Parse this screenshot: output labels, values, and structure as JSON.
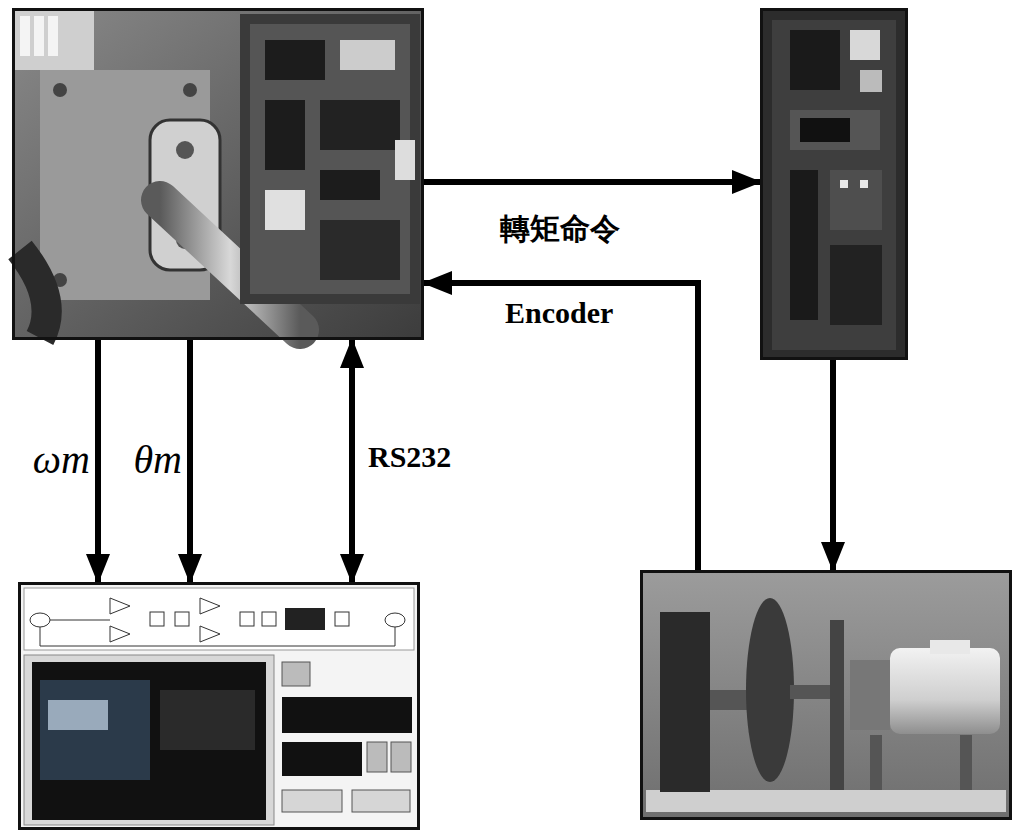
{
  "diagram": {
    "nodes": [
      {
        "text": []
      },
      {
        "text": []
      },
      {
        "text": []
      },
      {
        "text": []
      }
    ],
    "edges": [
      {
        "from": 0,
        "to": 1,
        "arrow": "to",
        "label": "轉矩命令"
      },
      {
        "from": 1,
        "to": 3,
        "arrow": "to"
      },
      {
        "from": 3,
        "to": 0,
        "arrow": "to",
        "label": "Encoder"
      },
      {
        "from": 0,
        "to": 2,
        "arrow": "to",
        "label": "ωm"
      },
      {
        "from": 0,
        "to": 2,
        "arrow": "to",
        "label": "θm"
      },
      {
        "from": 0,
        "to": 2,
        "arrow": "both",
        "label": "RS232"
      }
    ]
  }
}
